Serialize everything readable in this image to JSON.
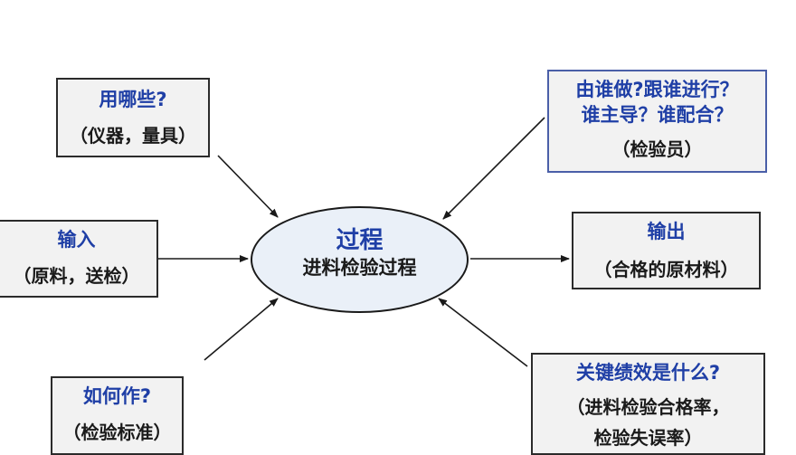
{
  "center": {
    "title": "过程",
    "subtitle": "进料检验过程"
  },
  "top_left": {
    "title": "用哪些?",
    "subtitle": "（仪器，量具）"
  },
  "top_right": {
    "line1": "由谁做?跟谁进行？",
    "line2": "谁主导？谁配合？",
    "subtitle": "（检验员）"
  },
  "left": {
    "title": "输入",
    "subtitle": "（原料，送检）"
  },
  "right": {
    "title": "输出",
    "subtitle": "（合格的原材料）"
  },
  "bottom_left": {
    "title": "如何作?",
    "subtitle": "（检验标准）"
  },
  "bottom_right": {
    "title": "关键绩效是什么?",
    "line1": "（进料检验合格率，",
    "line2": "检验失误率）"
  },
  "colors": {
    "title_blue": "#1f3fa6",
    "ellipse_fill": "#eaf0f8",
    "box_fill": "#f2f2f2"
  }
}
